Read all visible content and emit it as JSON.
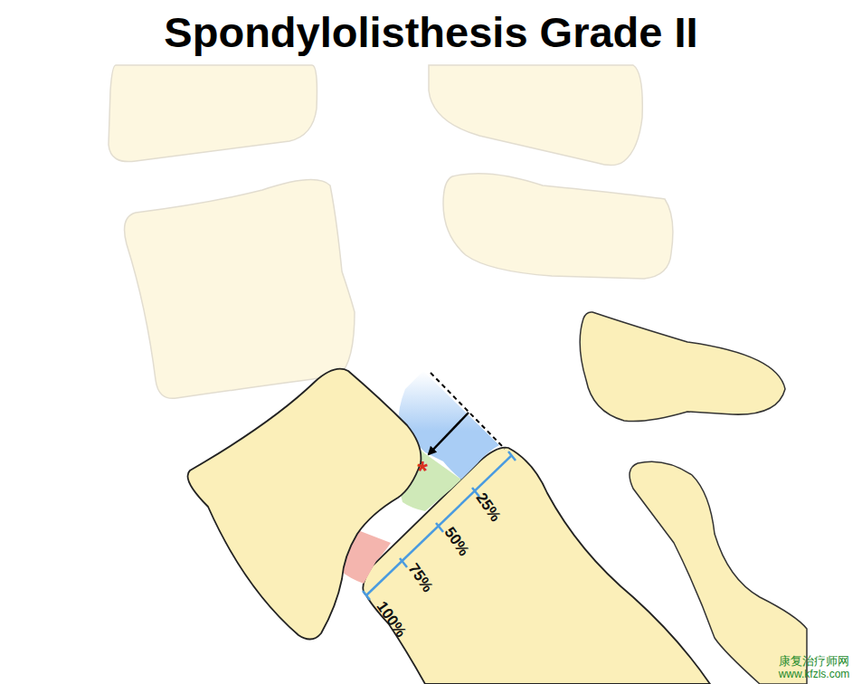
{
  "diagram": {
    "title": "Spondylolisthesis Grade II",
    "labels": [
      "*",
      "25%",
      "50%",
      "75%",
      "100%",
      "康复治疗师网",
      "www.kfzls.com"
    ]
  }
}
